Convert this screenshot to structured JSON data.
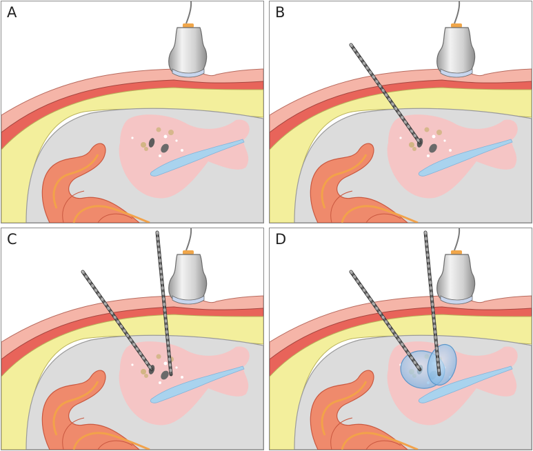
{
  "panels": [
    {
      "label": "A",
      "needles": 0,
      "ablation": false
    },
    {
      "label": "B",
      "needles": 1,
      "ablation": false
    },
    {
      "label": "C",
      "needles": 2,
      "ablation": false
    },
    {
      "label": "D",
      "needles": 2,
      "ablation": true
    }
  ],
  "colors": {
    "skin": "#f5b5a8",
    "muscle": "#e8645a",
    "fat": "#f3ef9c",
    "cavity": "#dcdcdc",
    "uterus": "#f7c2c2",
    "endometrium": "#a9d3ee",
    "bowel": "#ef8a6c",
    "ablation_zone": "#8fc3ea"
  }
}
